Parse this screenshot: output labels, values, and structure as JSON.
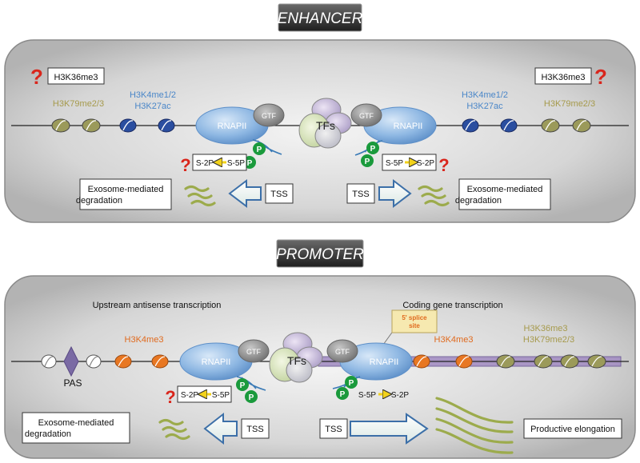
{
  "enhancer": {
    "title": "ENHANCER",
    "left": {
      "question": "?",
      "mark_box": "H3K36me3",
      "h3k79": "H3K79me2/3",
      "h3k4_line1": "H3K4me1/2",
      "h3k4_line2": "H3K27ac",
      "polymerase": "RNAPII",
      "gtf": "GTF",
      "phospho_box": "S-2P ⟸ S-5P",
      "phospho_left": "S-2P",
      "phospho_right": "S-5P",
      "phospho_question": "?",
      "p": "P",
      "tss": "TSS",
      "exosome_line1": "Exosome-mediated",
      "exosome_line2": "degradation"
    },
    "tfs": "TFs",
    "right": {
      "question": "?",
      "mark_box": "H3K36me3",
      "h3k79": "H3K79me2/3",
      "h3k4_line1": "H3K4me1/2",
      "h3k4_line2": "H3K27ac",
      "polymerase": "RNAPII",
      "gtf": "GTF",
      "phospho_left": "S-5P",
      "phospho_right": "S-2P",
      "phospho_question": "?",
      "p": "P",
      "tss": "TSS",
      "exosome_line1": "Exosome-mediated",
      "exosome_line2": "degradation"
    }
  },
  "promoter": {
    "title": "PROMOTER",
    "upstream_label": "Upstream antisense transcription",
    "coding_label": "Coding gene transcription",
    "splice_line1": "5' splice",
    "splice_line2": "site",
    "pas": "PAS",
    "h3k4me3_left": "H3K4me3",
    "h3k4me3_right": "H3K4me3",
    "h3k36": "H3K36me3",
    "h3k79": "H3K79me2/3",
    "tfs": "TFs",
    "left": {
      "polymerase": "RNAPII",
      "gtf": "GTF",
      "phospho_left": "S-2P",
      "phospho_right": "S-5P",
      "question": "?",
      "p": "P",
      "tss": "TSS",
      "exosome_line1": "Exosome-mediated",
      "exosome_line2": "degradation"
    },
    "right": {
      "polymerase": "RNAPII",
      "gtf": "GTF",
      "phospho_left": "S-5P",
      "phospho_right": "S-2P",
      "p": "P",
      "tss": "TSS",
      "elongation": "Productive elongation"
    }
  },
  "colors": {
    "polymerase": "#8fb8e3",
    "gtf": "#8c8c8c",
    "olive": "#9b9a5a",
    "blue_nucleosome": "#2a4ea0",
    "orange_nucleosome": "#e87722",
    "phospho_green": "#1a9a3c",
    "question_red": "#d9261c",
    "blue_text": "#4a86c8",
    "olive_text": "#a69a4c",
    "orange_text": "#e06a1e",
    "gene_body": "#a48fc3",
    "rna": "#9cab4c"
  }
}
